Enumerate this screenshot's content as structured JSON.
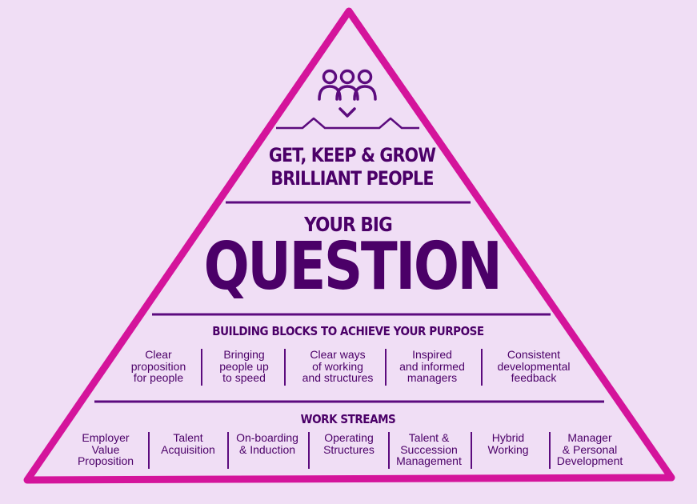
{
  "colors": {
    "background": "#f0def5",
    "pyramid_outline": "#d4149b",
    "text": "#4b0068",
    "rules": "#5c0b7e"
  },
  "icon": "people-group-icon",
  "purpose": {
    "line1": "GET, KEEP & GROW",
    "line2": "BRILLIANT PEOPLE"
  },
  "big_question": {
    "line1": "YOUR BIG",
    "line2": "QUESTION"
  },
  "building_blocks": {
    "title": "BUILDING BLOCKS TO ACHIEVE YOUR PURPOSE",
    "items": [
      "Clear\nproposition\nfor people",
      "Bringing\npeople up\nto speed",
      "Clear ways\nof working\nand structures",
      "Inspired\nand informed\nmanagers",
      "Consistent\ndevelopmental\nfeedback"
    ]
  },
  "work_streams": {
    "title": "WORK STREAMS",
    "items": [
      "Employer\nValue\nProposition",
      "Talent\nAcquisition",
      "On-boarding\n& Induction",
      "Operating\nStructures",
      "Talent &\nSuccession\nManagement",
      "Hybrid\nWorking",
      "Manager\n& Personal\nDevelopment"
    ]
  }
}
